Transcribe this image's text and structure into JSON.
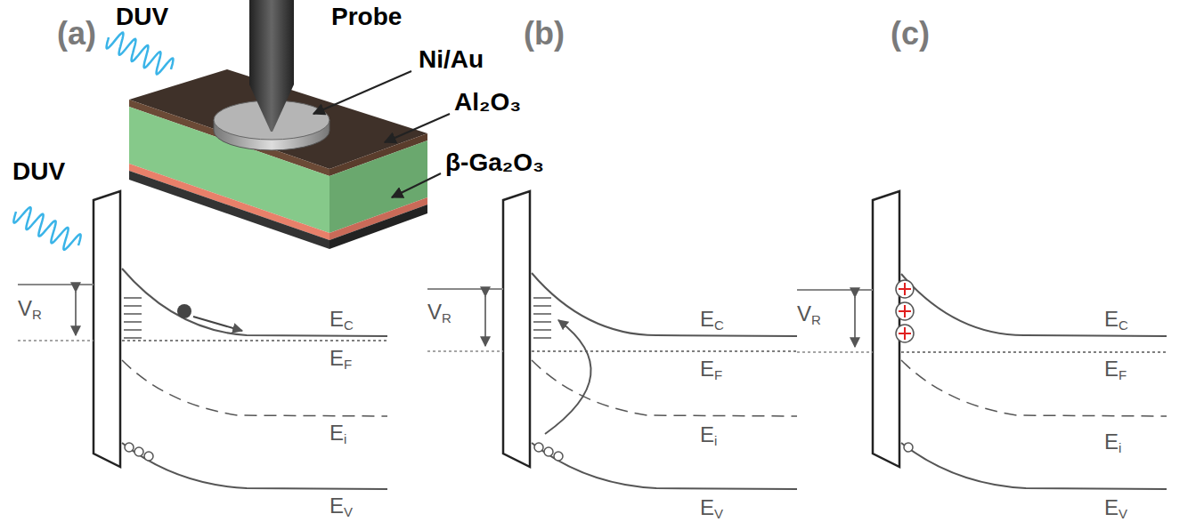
{
  "diagram": {
    "labels": [
      "(a)",
      "DUV",
      "Probe",
      "(b)",
      "(c)",
      "Ni/Au",
      "Al₂O₃",
      "β-Ga₂O₃",
      "DUV",
      "VR",
      "EC",
      "EF",
      "Ei",
      "EV",
      "VR",
      "EC",
      "EF",
      "Ei",
      "EV",
      "VR",
      "EC",
      "EF",
      "Ei",
      "EV"
    ]
  }
}
